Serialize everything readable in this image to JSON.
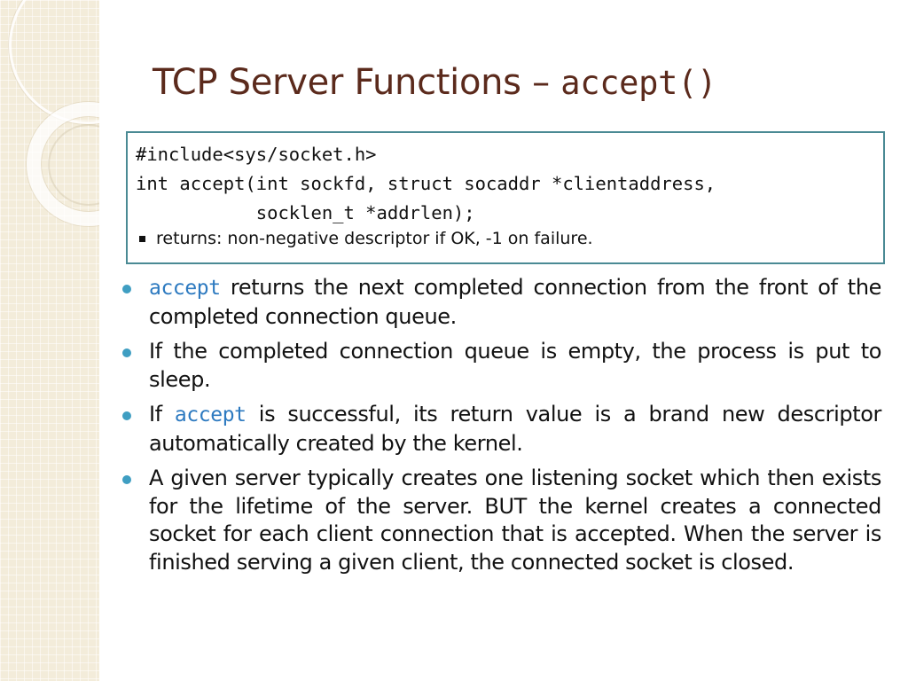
{
  "title": {
    "text": "TCP Server Functions – ",
    "code": "accept()"
  },
  "code_box": {
    "lines": [
      "#include<sys/socket.h>",
      "int accept(int sockfd, struct socaddr *clientaddress,",
      "           socklen_t *addrlen);"
    ],
    "note": "returns:  non-negative descriptor if OK, -1 on failure."
  },
  "bullets": [
    {
      "keyword": "accept",
      "text": " returns the next completed connection from the front of the completed connection queue."
    },
    {
      "text": "If the completed connection queue is empty, the process is put to sleep."
    },
    {
      "pre": "If ",
      "keyword": "accept",
      "text": " is successful, its return value is a brand new descriptor automatically created by the kernel."
    },
    {
      "text": "A given server typically creates one listening socket which then exists for the lifetime of the server.  BUT the kernel creates a connected socket for each client connection that is accepted. When the server is finished serving a given client, the connected socket is closed."
    }
  ],
  "colors": {
    "title": "#5b2a1c",
    "code_border": "#4a8a94",
    "bullet_dot": "#3f9ec2",
    "keyword": "#2d7ac0",
    "side_panel": "#f3ecda"
  }
}
